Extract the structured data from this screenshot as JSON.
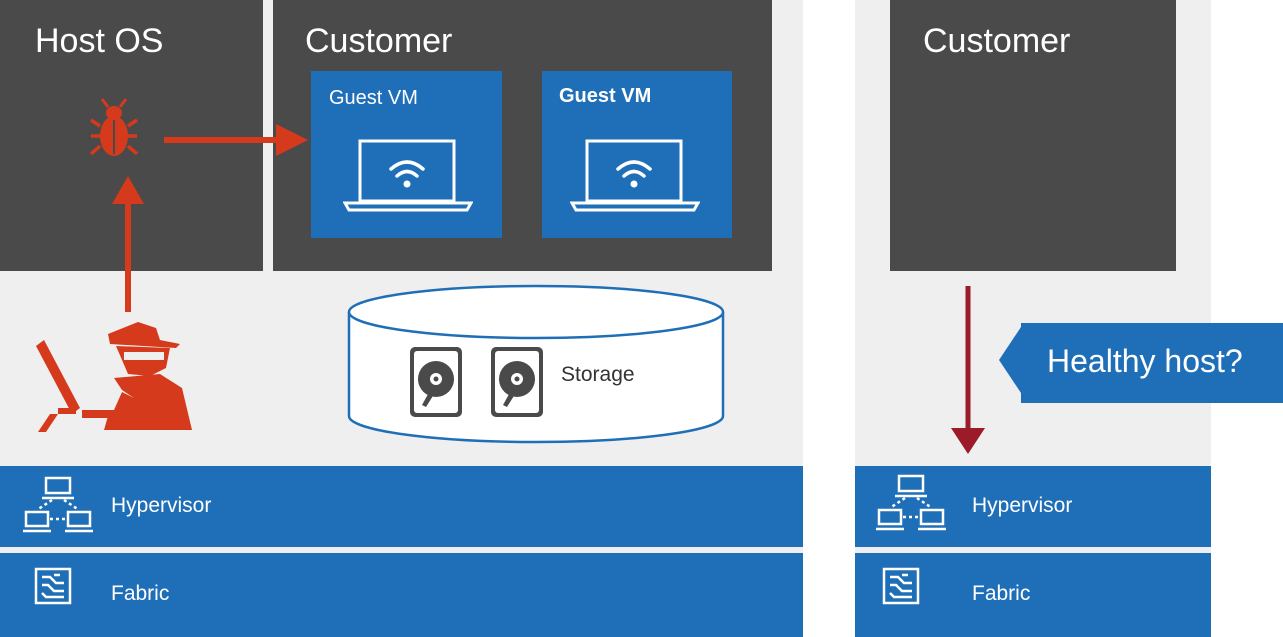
{
  "left": {
    "host_os_title": "Host OS",
    "customer_title": "Customer",
    "guest_vms": [
      {
        "label": "Guest VM",
        "icon": "laptop-wifi-icon"
      },
      {
        "label": "Guest VM",
        "icon": "laptop-wifi-icon"
      }
    ],
    "storage_label": "Storage",
    "hypervisor_label": "Hypervisor",
    "fabric_label": "Fabric"
  },
  "right": {
    "customer_title": "Customer",
    "callout": "Healthy host?",
    "hypervisor_label": "Hypervisor",
    "fabric_label": "Fabric"
  },
  "colors": {
    "panel_bg": "#efefef",
    "dark_tile": "#4a4a4a",
    "blue": "#1f6fb8",
    "attack_red": "#d63a1c",
    "arrow_dark_red": "#9b1b2a"
  }
}
